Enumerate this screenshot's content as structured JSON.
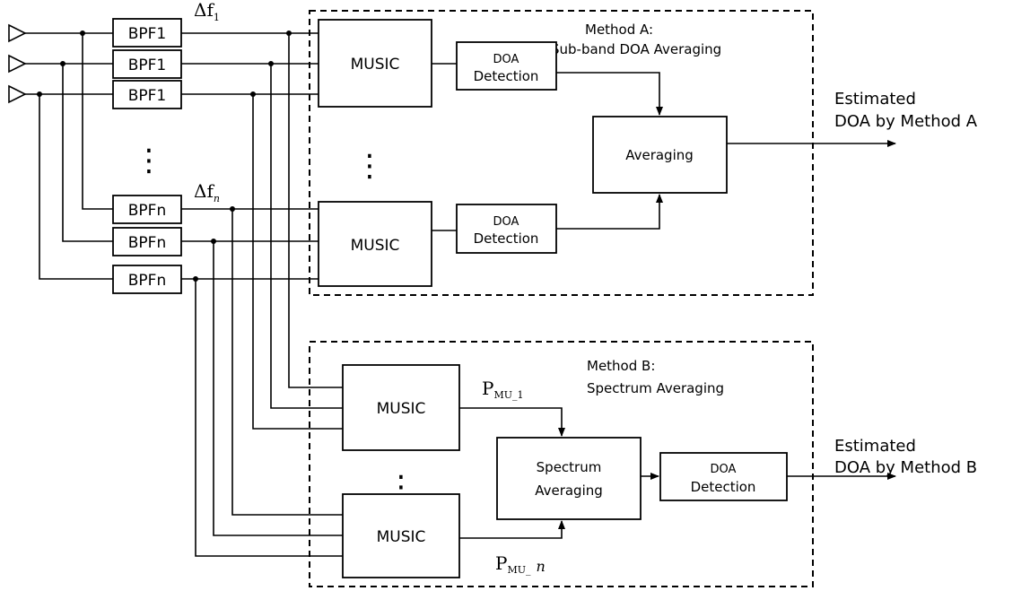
{
  "bpf_labels": [
    "BPF1",
    "BPF1",
    "BPF1",
    "BPFn",
    "BPFn",
    "BPFn"
  ],
  "band_labels": {
    "first": "Δf",
    "first_sub": "1",
    "last": "Δf",
    "last_sub": "n"
  },
  "method_a": {
    "title": "Method A:",
    "subtitle": "Sub-band DOA Averaging",
    "music_label": "MUSIC",
    "doa_detection_line1": "DOA",
    "doa_detection_line2": "Detection",
    "averaging_label": "Averaging",
    "output_line1": "Estimated",
    "output_line2": "DOA by Method A"
  },
  "method_b": {
    "title": "Method B:",
    "subtitle": "Spectrum Averaging",
    "music_label": "MUSIC",
    "spectrum_line1": "Spectrum",
    "spectrum_line2": "Averaging",
    "doa_detection_line1": "DOA",
    "doa_detection_line2": "Detection",
    "p_first": "P",
    "p_first_sub": "MU_1",
    "p_last": "P",
    "p_last_sub": "MU_",
    "p_last_n": "n",
    "output_line1": "Estimated",
    "output_line2": "DOA by Method B"
  },
  "ellipsis": "⋮",
  "icons": [
    "antenna-icon",
    "arrow-icon"
  ]
}
